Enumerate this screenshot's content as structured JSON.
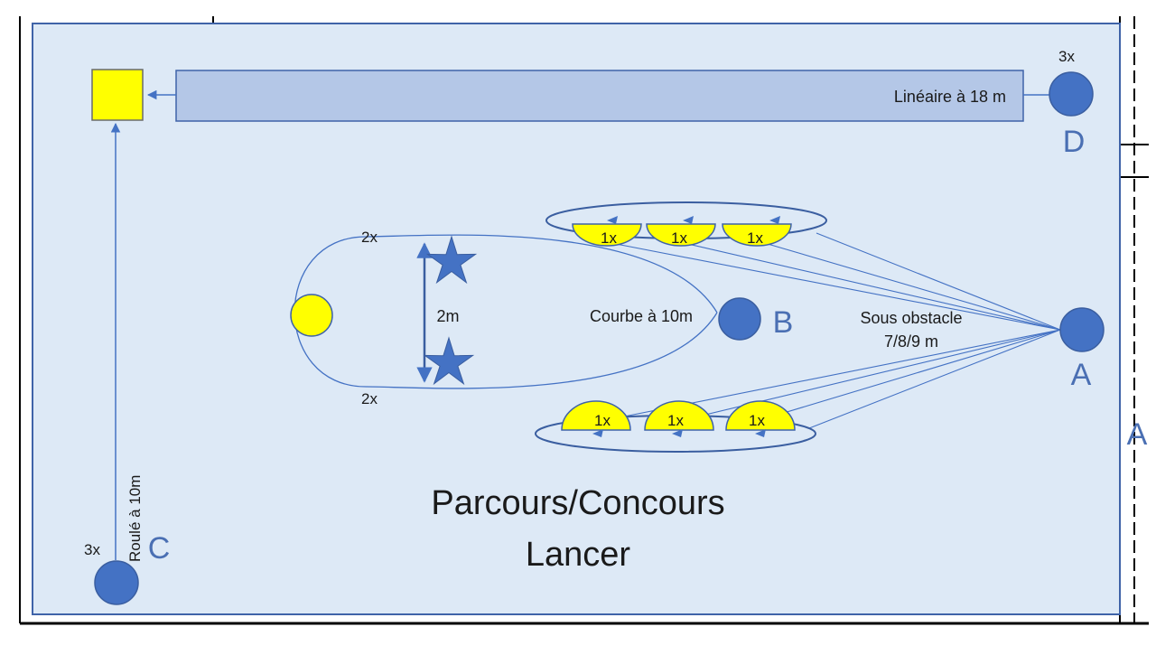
{
  "labels": {
    "station_a": "A",
    "station_b": "B",
    "station_c": "C",
    "station_d": "D",
    "edge_letter": "A",
    "count_3x_d": "3x",
    "count_3x_c": "3x",
    "count_2x_top": "2x",
    "count_2x_bottom": "2x",
    "count_1x": "1x",
    "lineaire": "Linéaire à 18 m",
    "roule": "Roulé à 10m",
    "courbe": "Courbe à 10m",
    "distance_2m": "2m",
    "sous_obstacle_1": "Sous obstacle",
    "sous_obstacle_2": "7/8/9 m",
    "title_line1": "Parcours/Concours",
    "title_line2": "Lancer"
  },
  "colors": {
    "field_fill": "#dde9f6",
    "field_stroke": "#3f63a8",
    "station_blue": "#4472c4",
    "letter_blue": "#4a6fb3",
    "lane_fill": "#b4c7e7",
    "yellow": "#ffff00",
    "outline": "#7a7a7a",
    "text": "#1a1a1a"
  }
}
